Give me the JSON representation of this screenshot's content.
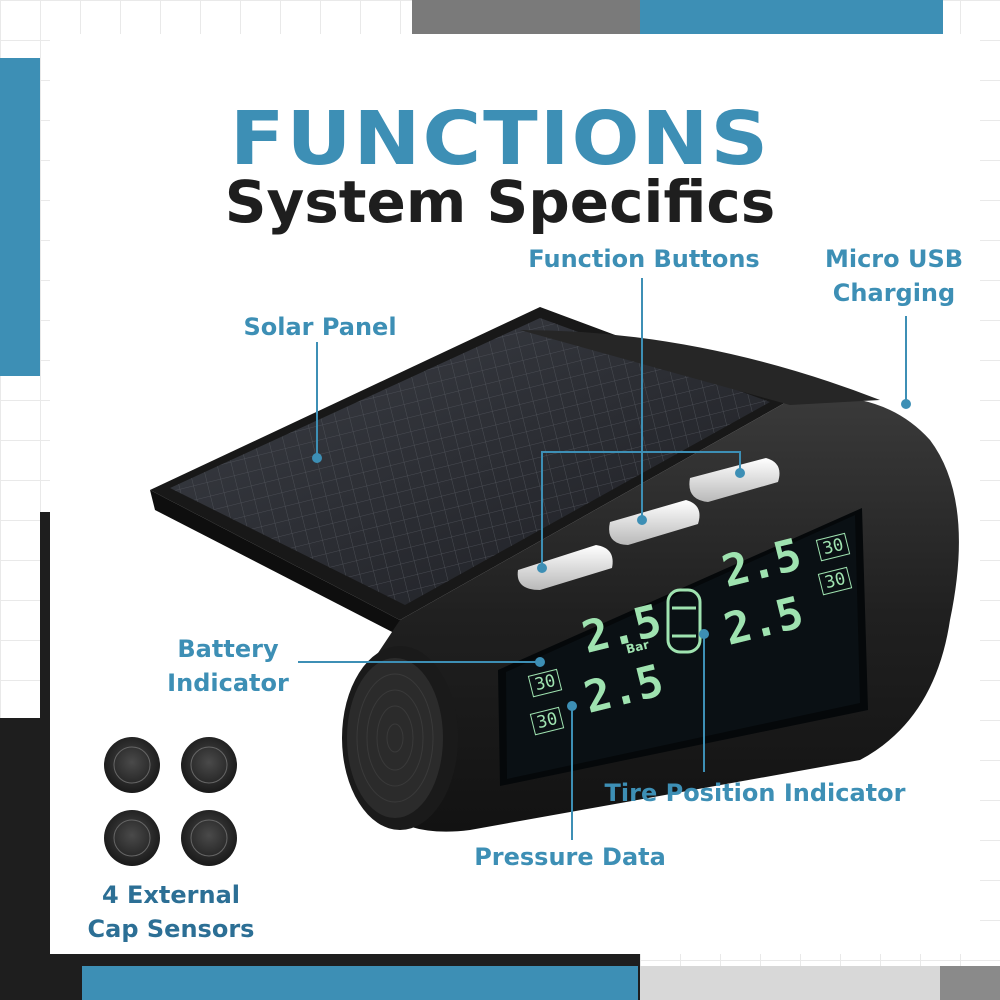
{
  "heading": {
    "title": "FUNCTIONS",
    "subtitle": "System Specifics"
  },
  "callouts": {
    "function_buttons": "Function Buttons",
    "micro_usb_line1": "Micro USB",
    "micro_usb_line2": "Charging",
    "solar_panel": "Solar Panel",
    "battery_line1": "Battery",
    "battery_line2": "Indicator",
    "tire_position": "Tire Position Indicator",
    "pressure_data": "Pressure Data",
    "sensors_line1": "4 External",
    "sensors_line2": "Cap Sensors"
  },
  "display": {
    "pressure_left_top": "2.5",
    "pressure_left_bottom": "2.5",
    "pressure_right_top": "2.5",
    "pressure_right_bottom": "2.5",
    "temp_left_top": "30",
    "temp_left_bottom": "30",
    "temp_right_top": "30",
    "temp_right_bottom": "30",
    "unit": "Bar"
  },
  "colors": {
    "accent": "#3d8fb5",
    "dark": "#1e1e1e",
    "lcd_green": "#9fe3b0"
  }
}
